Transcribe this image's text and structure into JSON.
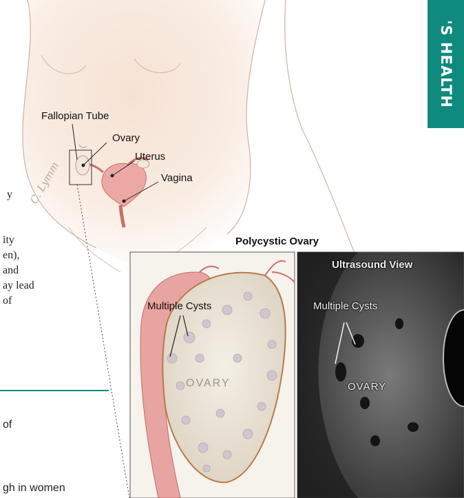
{
  "side_tab": {
    "label": "'S HEALTH",
    "color": "#0e8a7e"
  },
  "anatomy_labels": {
    "fallopian_tube": "Fallopian Tube",
    "ovary": "Ovary",
    "uterus": "Uterus",
    "vagina": "Vagina"
  },
  "signature": "C. Lymm",
  "inset": {
    "title": "Polycystic Ovary",
    "illustration": {
      "cysts_label": "Multiple Cysts",
      "ovary_label": "OVARY"
    },
    "ultrasound": {
      "title": "Ultrasound View",
      "cysts_label": "Multiple Cysts",
      "ovary_label": "OVARY"
    }
  },
  "body_text_fragments": {
    "line1": "y",
    "line2": "ity",
    "line3": "en),",
    "line4": "and",
    "line5": "ay lead",
    "line6": "of",
    "line7": "of",
    "line8": "gh in women"
  },
  "accent_color": "#0e8a7e"
}
